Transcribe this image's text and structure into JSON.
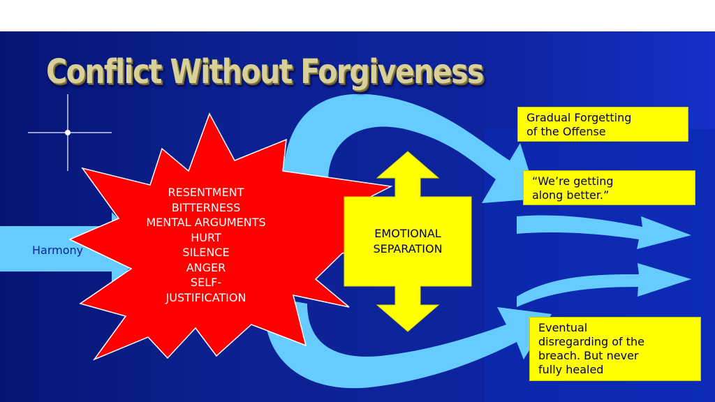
{
  "slide": {
    "title": "Conflict Without Forgiveness",
    "colors": {
      "background": "#0a1f8c",
      "burst": "#ff0000",
      "arrow": "#66ccff",
      "box": "#ffff00",
      "box_text": "#00004a",
      "title": "#d8d098"
    }
  },
  "diagram": {
    "start_node": "Harmony",
    "conflict_feelings": [
      "RESENTMENT",
      "BITTERNESS",
      "MENTAL ARGUMENTS",
      "HURT",
      "SILENCE",
      "ANGER",
      "SELF-",
      "JUSTIFICATION"
    ],
    "middle_node": [
      "EMOTIONAL",
      "SEPARATION"
    ],
    "outcomes": [
      [
        "Gradual Forgetting",
        "of the Offense"
      ],
      [
        "“We’re getting",
        "along better.”"
      ],
      [
        "Eventual",
        "disregarding of the",
        "breach. But never",
        "fully healed"
      ]
    ]
  }
}
